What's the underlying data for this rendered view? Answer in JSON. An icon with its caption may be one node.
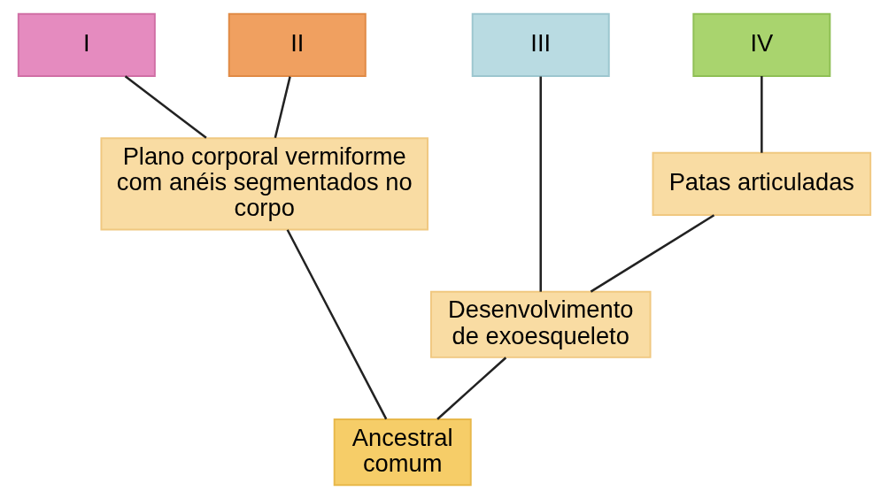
{
  "diagram": {
    "nodes": [
      {
        "text": [
          "I"
        ]
      },
      {
        "text": [
          "II"
        ]
      },
      {
        "text": [
          "III"
        ]
      },
      {
        "text": [
          "IV"
        ]
      },
      {
        "text": [
          "Patas articuladas"
        ]
      },
      {
        "text": [
          "Plano corporal vermiforme com anéis segmentados no corpo"
        ]
      },
      {
        "text": [
          "Desenvolvimento de exoesqueleto"
        ]
      },
      {
        "text": [
          "Ancestral comum"
        ]
      }
    ],
    "edges": [
      {
        "from": 7,
        "to": 5,
        "arrow": "none"
      },
      {
        "from": 7,
        "to": 6,
        "arrow": "none"
      },
      {
        "from": 5,
        "to": 0,
        "arrow": "none"
      },
      {
        "from": 5,
        "to": 1,
        "arrow": "none"
      },
      {
        "from": 6,
        "to": 2,
        "arrow": "none"
      },
      {
        "from": 6,
        "to": 4,
        "arrow": "none"
      },
      {
        "from": 4,
        "to": 3,
        "arrow": "none"
      }
    ]
  }
}
